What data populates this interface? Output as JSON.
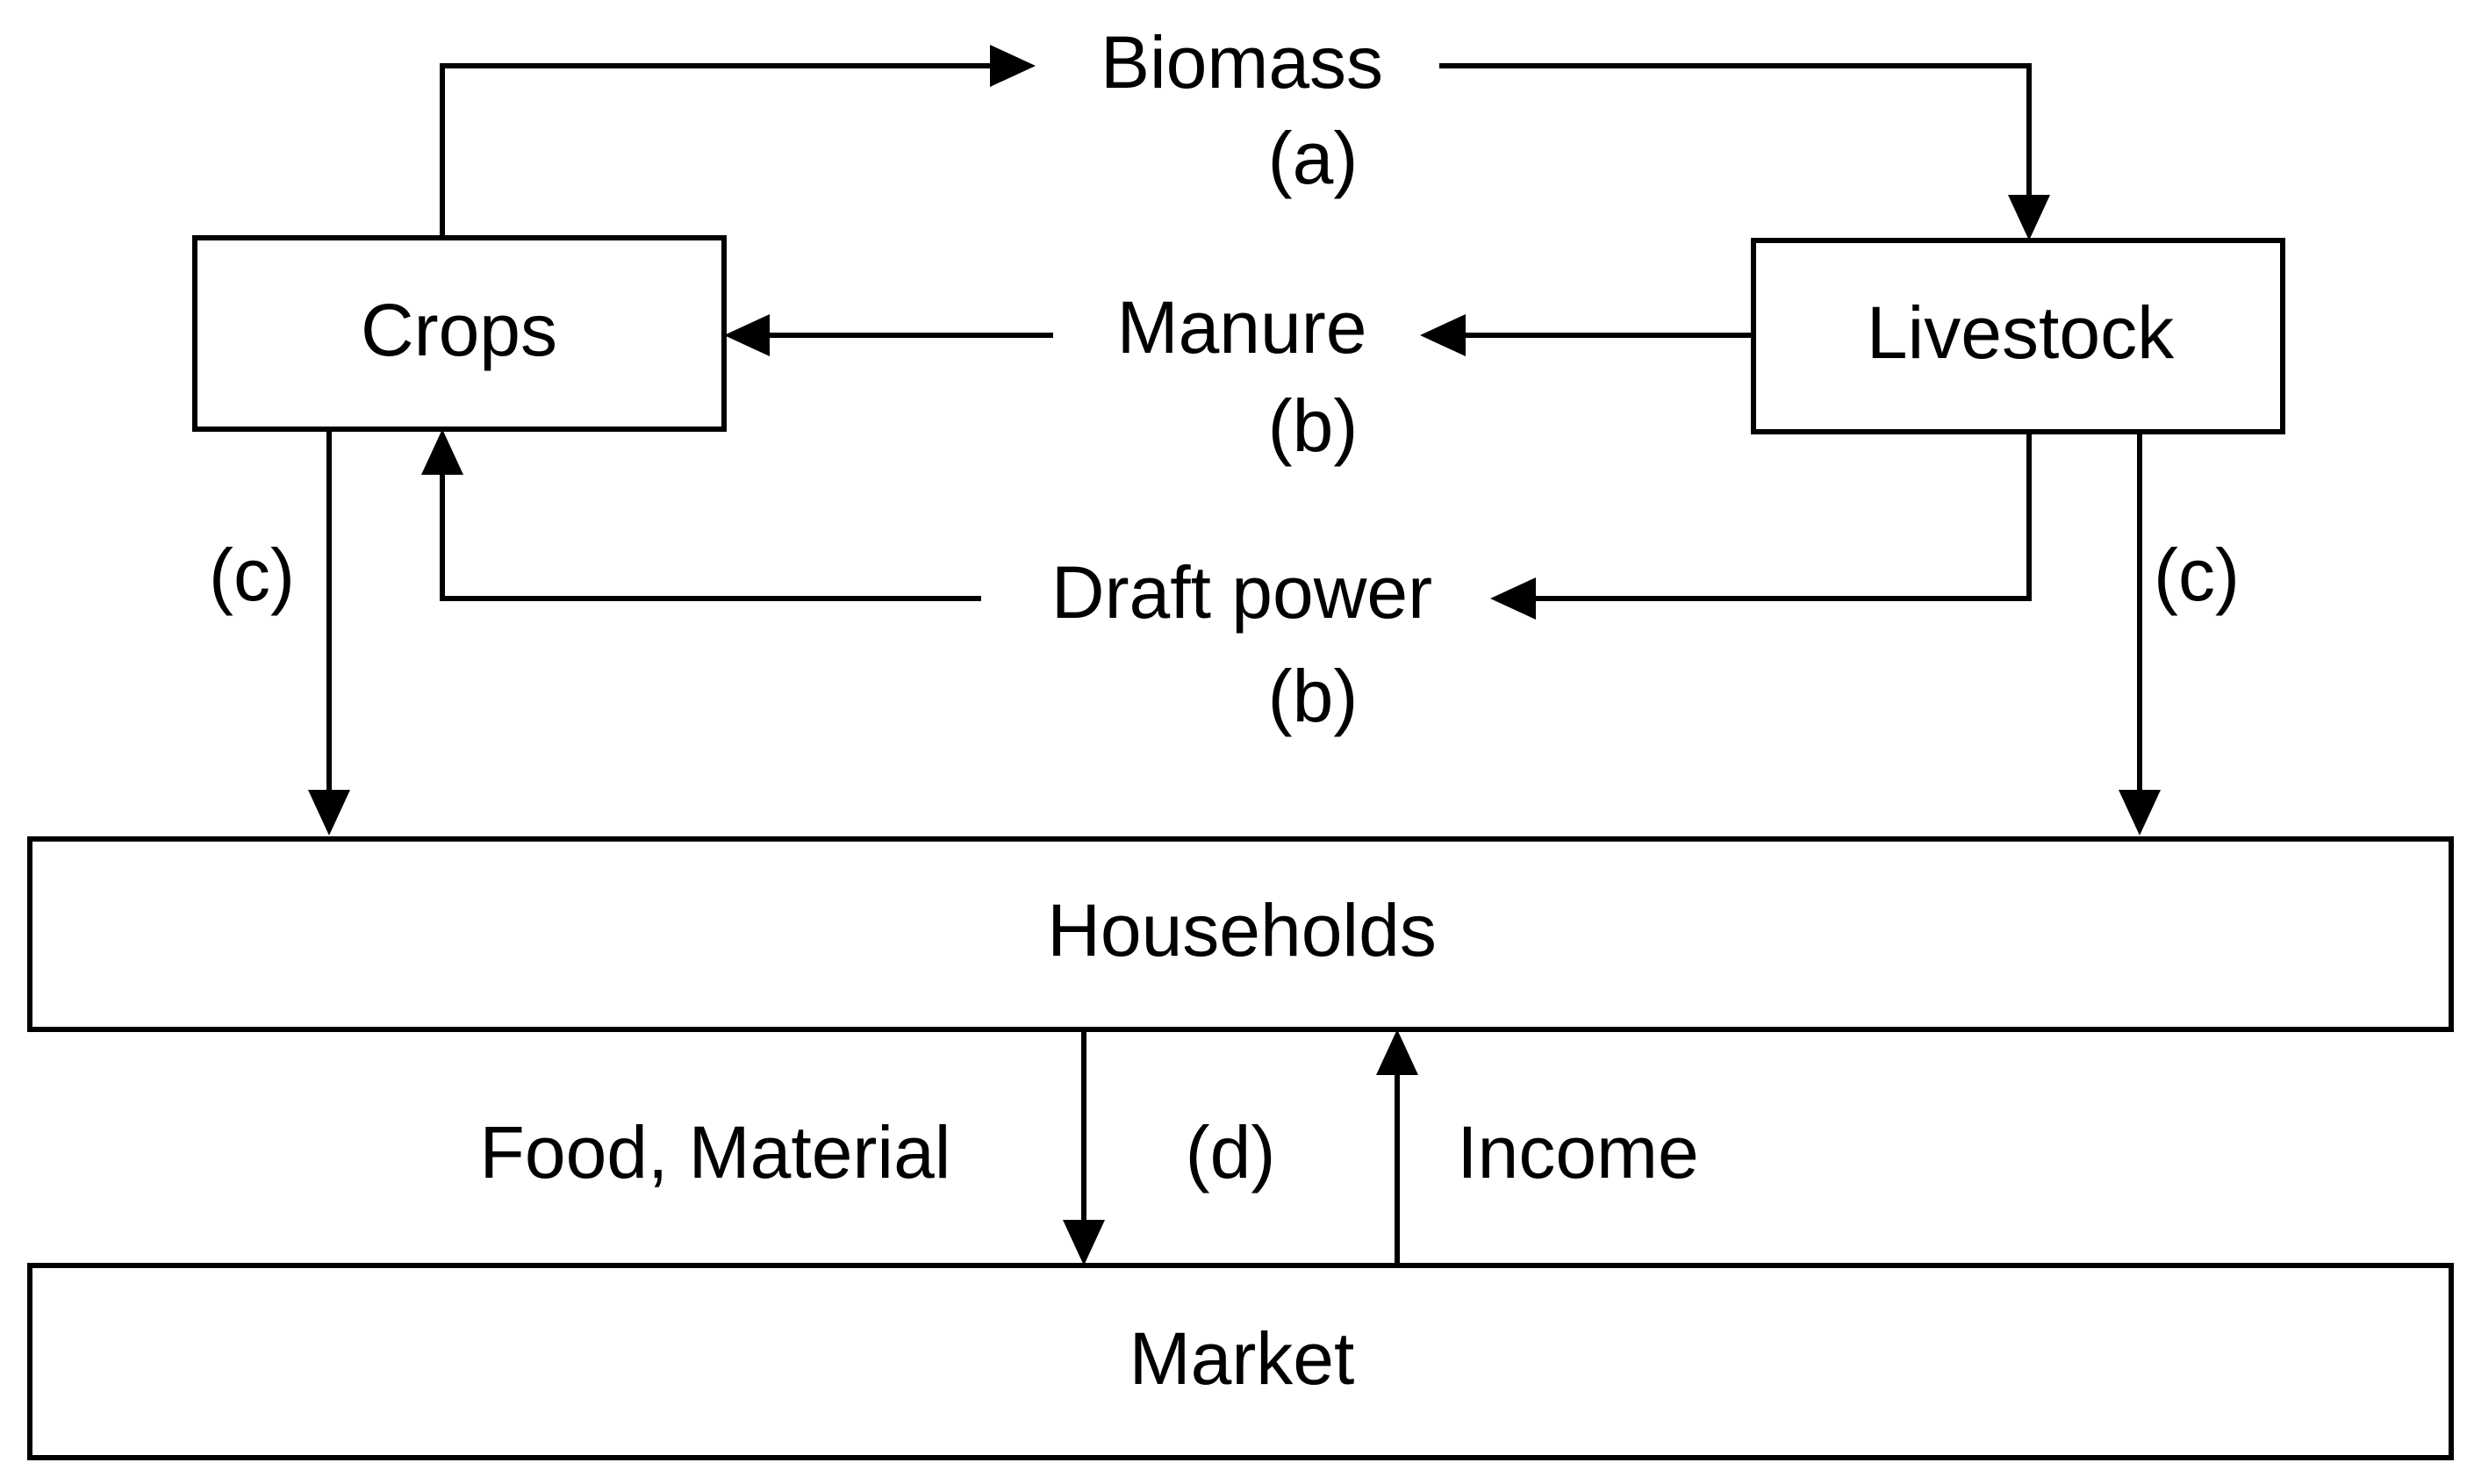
{
  "nodes": {
    "crops": "Crops",
    "livestock": "Livestock",
    "households": "Households",
    "market": "Market"
  },
  "flows": {
    "biomass": "Biomass",
    "manure": "Manure",
    "draft_power": "Draft power",
    "food_material": "Food, Material",
    "income": "Income"
  },
  "tags": {
    "a": "(a)",
    "b_manure": "(b)",
    "b_draft": "(b)",
    "c_left": "(c)",
    "c_right": "(c)",
    "d": "(d)"
  },
  "colors": {
    "stroke": "#000000",
    "background": "#ffffff"
  }
}
